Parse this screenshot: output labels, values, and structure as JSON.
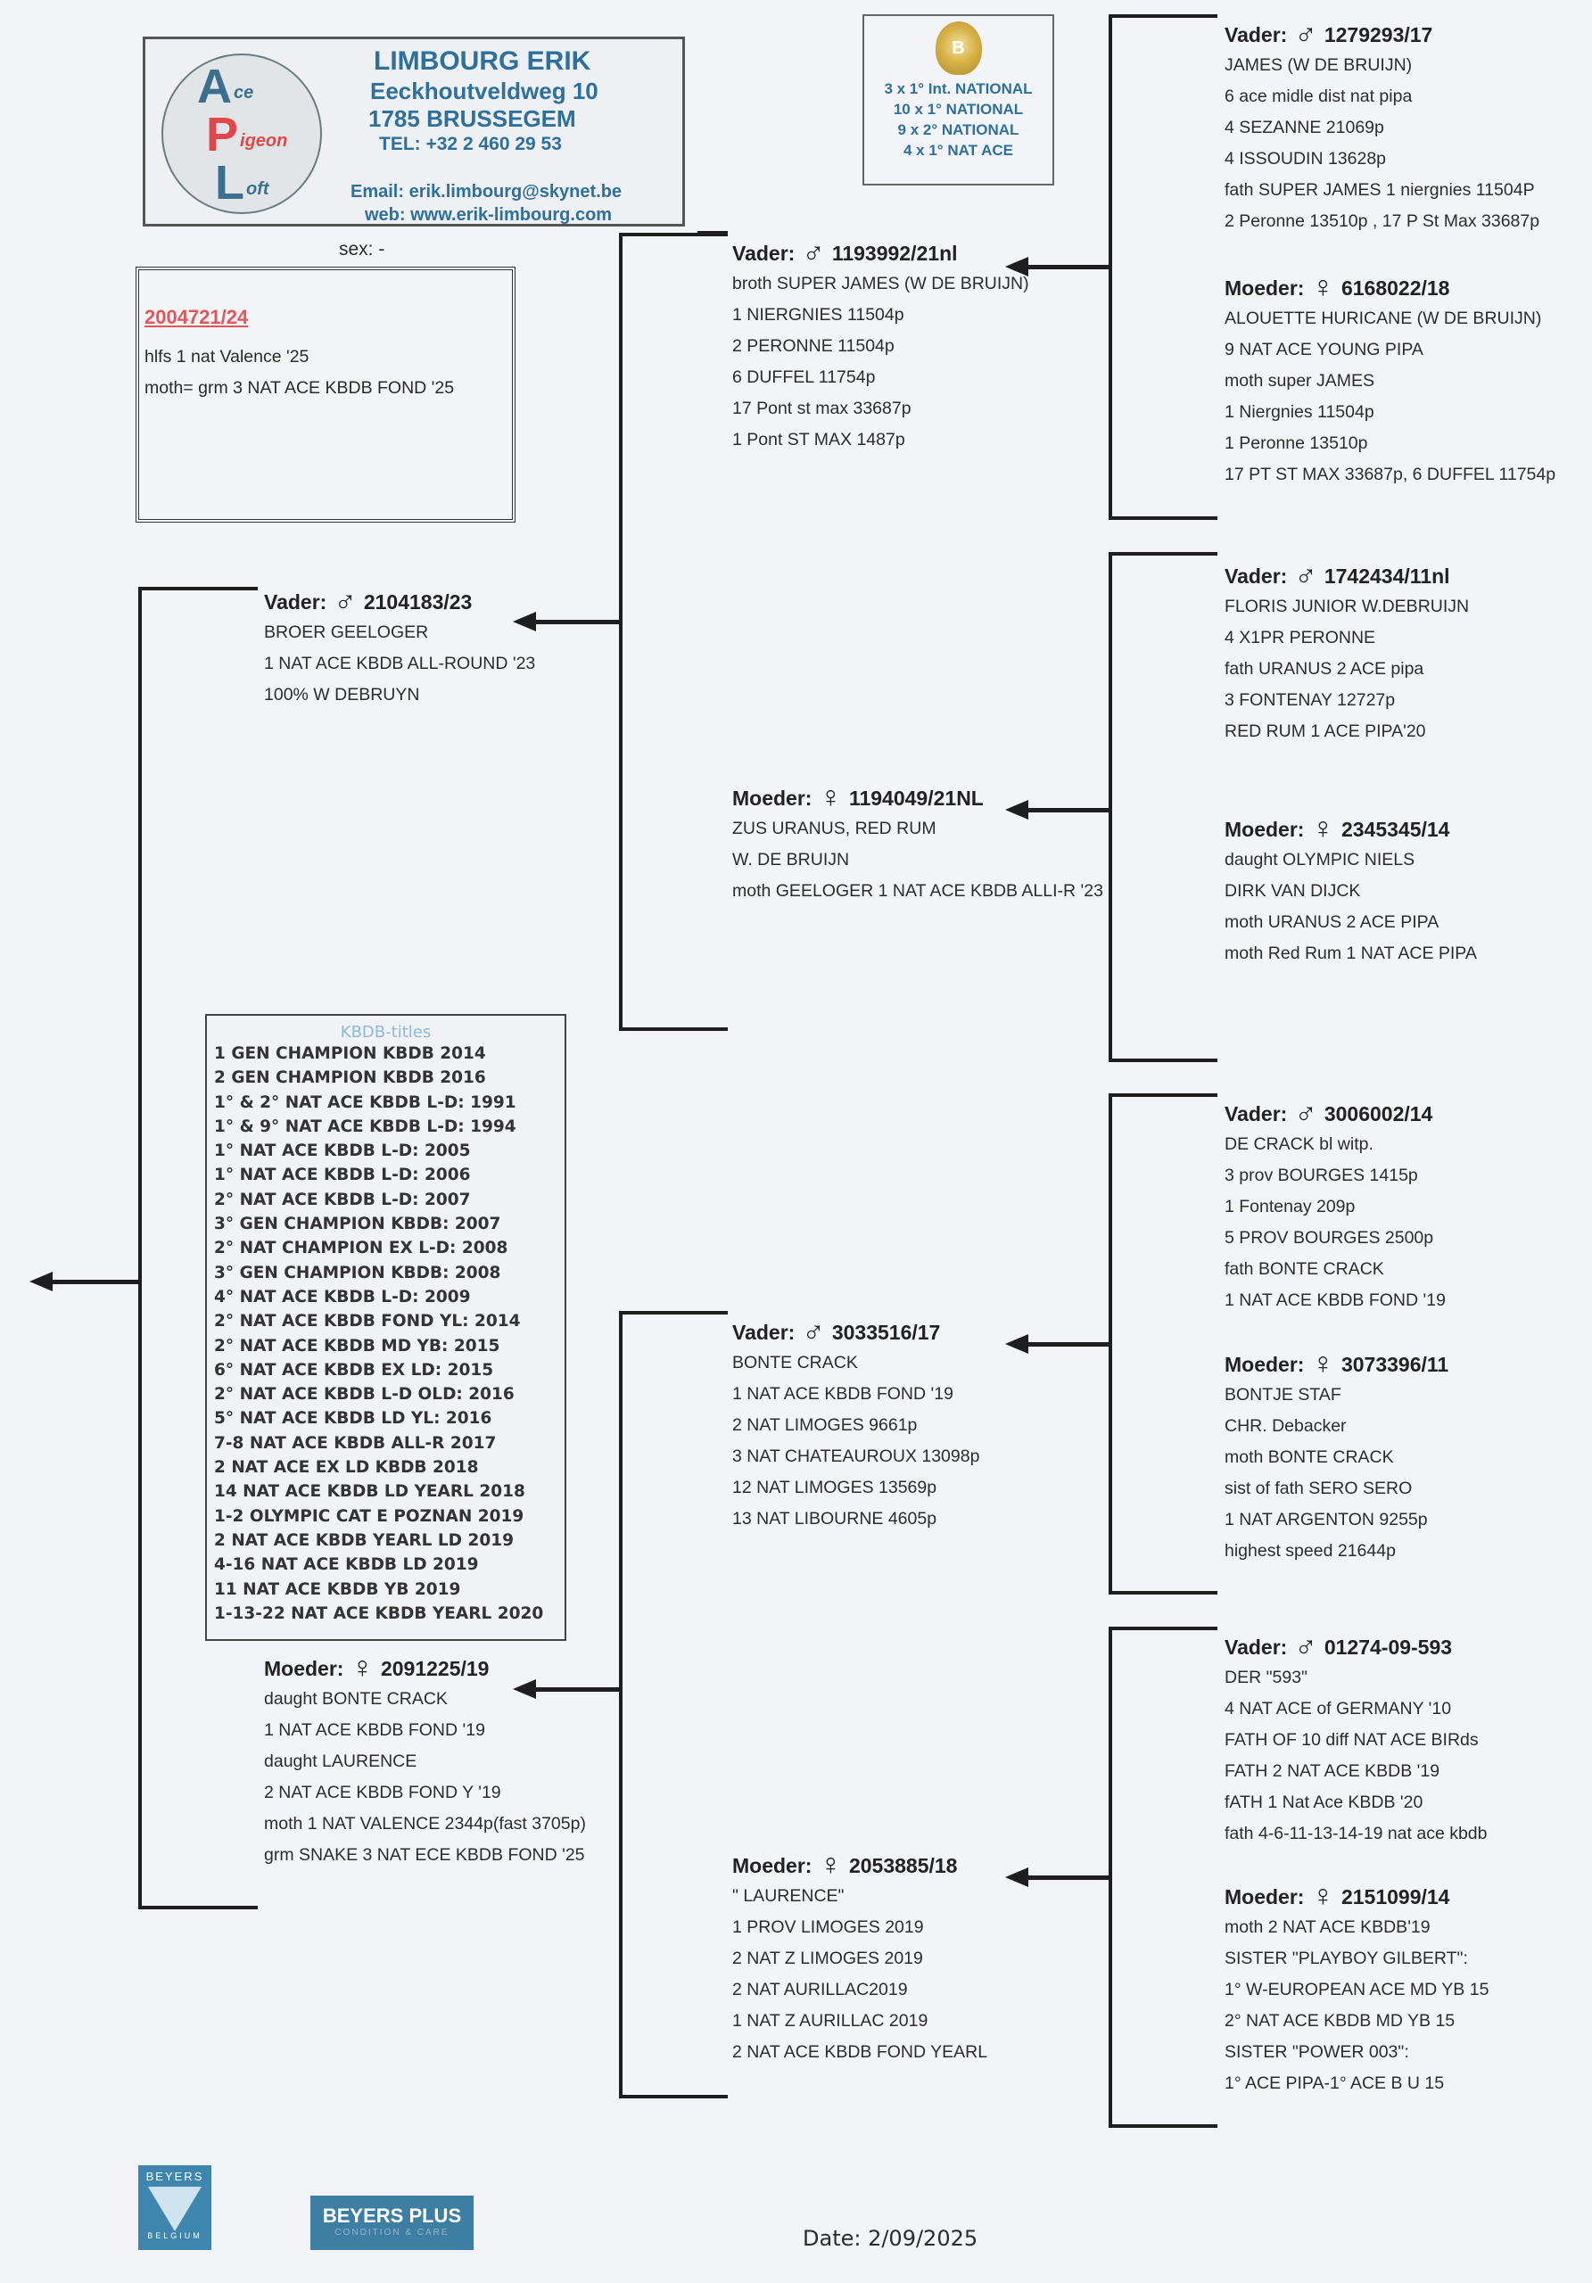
{
  "header": {
    "logo_text": {
      "a": "A",
      "ce": "ce",
      "p": "P",
      "igeon": "igeon",
      "l": "L",
      "oft": "oft"
    },
    "name": "LIMBOURG ERIK",
    "street": "Eeckhoutveldweg 10",
    "city": "1785 BRUSSEGEM",
    "tel": "TEL: +32 2 460 29 53",
    "email": "Email: erik.limbourg@skynet.be",
    "web": "web: www.erik-limbourg.com"
  },
  "badge": {
    "medal_letter": "B",
    "lines": [
      "3 x 1° Int. NATIONAL",
      "10 x 1° NATIONAL",
      "9 x 2° NATIONAL",
      "4 x 1° NAT ACE"
    ]
  },
  "subject": {
    "sex_label": "sex: -",
    "ring": "2004721/24",
    "lines": [
      "hlfs 1 nat Valence '25",
      "moth= grm 3 NAT ACE KBDB FOND '25"
    ]
  },
  "symbols": {
    "male": "♂",
    "female": "♀"
  },
  "pedigree": [
    {
      "label": "Vader:",
      "sex": "male",
      "ring": "2104183/23",
      "lines": [
        "BROER GEELOGER",
        "1 NAT ACE KBDB ALL-ROUND '23",
        "100% W DEBRUYN"
      ]
    },
    {
      "label": "Moeder:",
      "sex": "female",
      "ring": "2091225/19",
      "lines": [
        "daught BONTE CRACK",
        "1 NAT ACE KBDB FOND '19",
        "daught LAURENCE",
        "2 NAT ACE KBDB FOND Y '19",
        "moth 1 NAT VALENCE 2344p(fast 3705p)",
        "grm SNAKE 3 NAT ECE KBDB FOND '25"
      ]
    },
    {
      "label": "Vader:",
      "sex": "male",
      "ring": "1193992/21nl",
      "lines": [
        "broth SUPER JAMES (W DE BRUIJN)",
        "1 NIERGNIES 11504p",
        "2 PERONNE 11504p",
        "6 DUFFEL 11754p",
        "17 Pont st max 33687p",
        "1 Pont ST MAX 1487p"
      ]
    },
    {
      "label": "Moeder:",
      "sex": "female",
      "ring": "1194049/21NL",
      "lines": [
        "ZUS URANUS, RED RUM",
        "W. DE BRUIJN",
        "moth GEELOGER 1 NAT ACE KBDB ALLI-R '23"
      ]
    },
    {
      "label": "Vader:",
      "sex": "male",
      "ring": "3033516/17",
      "lines": [
        "BONTE CRACK",
        "1 NAT ACE KBDB FOND '19",
        "2 NAT LIMOGES 9661p",
        "3 NAT CHATEAUROUX 13098p",
        "12 NAT LIMOGES 13569p",
        "13 NAT LIBOURNE 4605p"
      ]
    },
    {
      "label": "Moeder:",
      "sex": "female",
      "ring": "2053885/18",
      "lines": [
        "\" LAURENCE\"",
        "1 PROV LIMOGES 2019",
        "2 NAT Z LIMOGES 2019",
        "2 NAT AURILLAC2019",
        "1 NAT Z AURILLAC 2019",
        "2 NAT ACE KBDB FOND YEARL"
      ]
    },
    {
      "label": "Vader:",
      "sex": "male",
      "ring": "1279293/17",
      "lines": [
        "JAMES (W DE BRUIJN)",
        "6 ace midle dist nat pipa",
        "4 SEZANNE 21069p",
        "4 ISSOUDIN 13628p",
        "fath SUPER JAMES 1 niergnies 11504P",
        "2 Peronne 13510p , 17 P St Max 33687p"
      ]
    },
    {
      "label": "Moeder:",
      "sex": "female",
      "ring": "6168022/18",
      "lines": [
        "ALOUETTE HURICANE (W DE BRUIJN)",
        "9 NAT ACE YOUNG PIPA",
        "moth super JAMES",
        "1 Niergnies 11504p",
        "1 Peronne 13510p",
        "17 PT ST MAX 33687p, 6 DUFFEL 11754p"
      ]
    },
    {
      "label": "Vader:",
      "sex": "male",
      "ring": "1742434/11nl",
      "lines": [
        "FLORIS JUNIOR W.DEBRUIJN",
        "4 X1PR PERONNE",
        "fath URANUS 2 ACE pipa",
        "3 FONTENAY 12727p",
        "RED RUM 1 ACE PIPA'20"
      ]
    },
    {
      "label": "Moeder:",
      "sex": "female",
      "ring": "2345345/14",
      "lines": [
        "daught OLYMPIC NIELS",
        "DIRK VAN DIJCK",
        "moth URANUS  2 ACE PIPA",
        "moth Red Rum 1 NAT ACE PIPA"
      ]
    },
    {
      "label": "Vader:",
      "sex": "male",
      "ring": "3006002/14",
      "lines": [
        "DE CRACK bl witp.",
        "3 prov BOURGES 1415p",
        "1 Fontenay 209p",
        "5 PROV BOURGES 2500p",
        "fath BONTE CRACK",
        "1 NAT ACE KBDB FOND '19"
      ]
    },
    {
      "label": "Moeder:",
      "sex": "female",
      "ring": "3073396/11",
      "lines": [
        "BONTJE STAF",
        "CHR. Debacker",
        "moth BONTE CRACK",
        "sist of fath SERO SERO",
        "1 NAT ARGENTON 9255p",
        "highest speed 21644p"
      ]
    },
    {
      "label": "Vader:",
      "sex": "male",
      "ring": "01274-09-593",
      "lines": [
        "DER \"593\"",
        "4 NAT ACE of GERMANY '10",
        "FATH OF 10 diff NAT ACE BIRds",
        "FATH 2 NAT ACE KBDB '19",
        "fATH 1 Nat Ace KBDB '20",
        "fath 4-6-11-13-14-19 nat ace kbdb"
      ]
    },
    {
      "label": "Moeder:",
      "sex": "female",
      "ring": "2151099/14",
      "lines": [
        "moth 2 NAT ACE KBDB'19",
        "SISTER \"PLAYBOY GILBERT\":",
        "1° W-EUROPEAN ACE MD YB 15",
        "2° NAT ACE KBDB MD YB 15",
        "SISTER \"POWER 003\":",
        "1° ACE PIPA-1° ACE B U 15"
      ]
    }
  ],
  "titles": {
    "heading": "KBDB-titles",
    "items": [
      "1 GEN CHAMPION KBDB 2014",
      "2 GEN CHAMPION KBDB 2016",
      "1° & 2° NAT ACE KBDB L-D: 1991",
      "1° & 9° NAT ACE KBDB L-D: 1994",
      "1° NAT ACE KBDB L-D: 2005",
      "1° NAT ACE KBDB L-D: 2006",
      "2° NAT ACE KBDB L-D: 2007",
      "3° GEN CHAMPION KBDB: 2007",
      "2° NAT CHAMPION EX L-D: 2008",
      "3° GEN CHAMPION KBDB: 2008",
      "4° NAT ACE KBDB L-D: 2009",
      "2° NAT ACE KBDB FOND YL: 2014",
      "2° NAT ACE KBDB MD YB: 2015",
      "6° NAT ACE KBDB EX LD: 2015",
      "2° NAT ACE KBDB L-D OLD: 2016",
      "5° NAT ACE KBDB LD YL: 2016",
      "7-8 NAT ACE KBDB ALL-R 2017",
      "2 NAT ACE EX LD KBDB 2018",
      "14 NAT ACE KBDB LD YEARL 2018",
      "1-2 OLYMPIC CAT E POZNAN 2019",
      "2 NAT ACE KBDB YEARL LD 2019",
      "4-16 NAT ACE KBDB LD 2019",
      "11 NAT ACE KBDB   YB 2019",
      "1-13-22 NAT ACE KBDB YEARL 2020"
    ]
  },
  "footer": {
    "beyers_logo": "BEYERS",
    "beyers_sub": "BELGIUM",
    "beyers_plus": "BEYERS PLUS",
    "beyers_plus_sub": "CONDITION & CARE",
    "date": "Date: 2/09/2025"
  }
}
